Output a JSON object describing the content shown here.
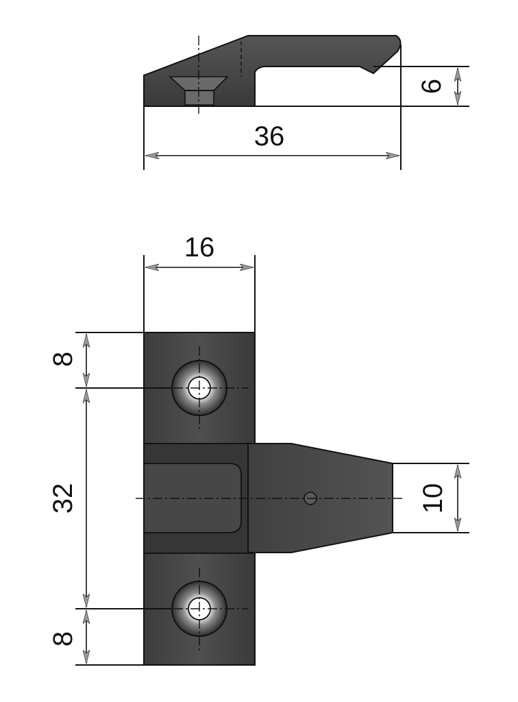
{
  "dimensions": {
    "side_view": {
      "length": "36",
      "height": "6"
    },
    "top_view": {
      "width": "16",
      "top_offset": "8",
      "hole_spacing": "32",
      "bottom_offset": "8",
      "tongue_width": "10"
    }
  },
  "colors": {
    "part_dark": "#3a3a3a",
    "part_mid": "#4a4a4a",
    "part_light": "#5c5c5c",
    "line": "#111111",
    "arrow": "#8a8a8a",
    "background": "#ffffff"
  }
}
